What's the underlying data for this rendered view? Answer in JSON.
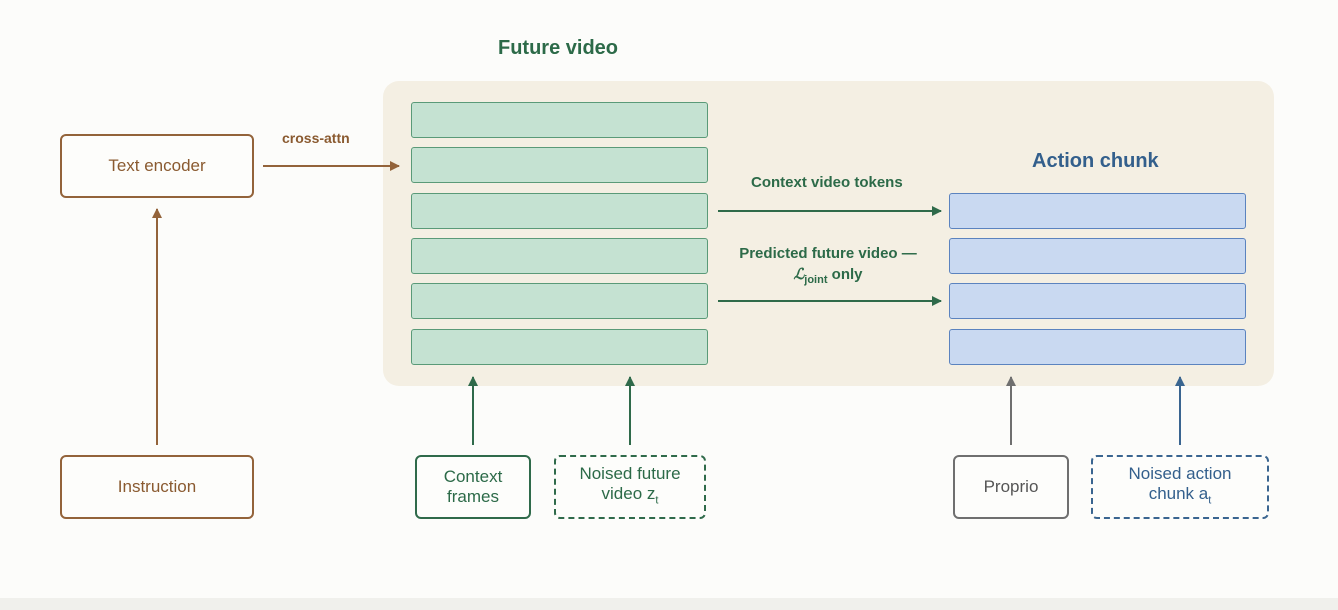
{
  "titles": {
    "future_video": "Future video",
    "action_chunk": "Action chunk"
  },
  "labels": {
    "cross_attn": "cross-attn",
    "context_video_tokens": "Context video tokens",
    "predicted_line1": "Predicted future video —",
    "loss_symbol": "ℒ",
    "loss_subscript": "joint",
    "loss_suffix": "only"
  },
  "boxes": {
    "text_encoder": "Text encoder",
    "instruction": "Instruction",
    "context_frames_line1": "Context",
    "context_frames_line2": "frames",
    "noised_future_line1": "Noised future",
    "noised_future_line2": "video z",
    "noised_future_sub": "t",
    "proprio": "Proprio",
    "noised_action_line1": "Noised action",
    "noised_action_line2": "chunk a",
    "noised_action_sub": "t"
  },
  "colors": {
    "brown": "#93633a",
    "green": "#2f6a4a",
    "blue": "#3a6590",
    "gray": "#6f6f6f",
    "panel": "#f4efe3",
    "video_token": "#c5e2d2",
    "action_token": "#c9d9f1"
  },
  "token_counts": {
    "video_tokens": 6,
    "action_tokens": 4
  }
}
